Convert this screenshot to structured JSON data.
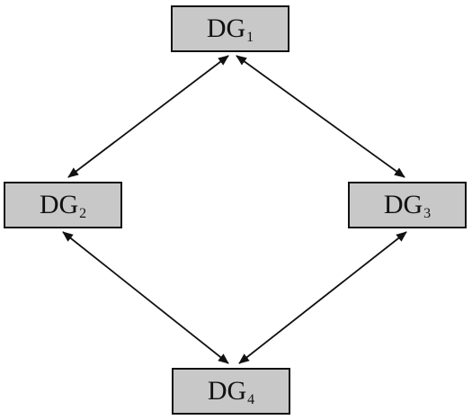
{
  "nodes": [
    {
      "id": "dg1",
      "base": "DG",
      "sub": "1"
    },
    {
      "id": "dg2",
      "base": "DG",
      "sub": "2"
    },
    {
      "id": "dg3",
      "base": "DG",
      "sub": "3"
    },
    {
      "id": "dg4",
      "base": "DG",
      "sub": "4"
    }
  ],
  "edges": [
    {
      "from": "dg1",
      "to": "dg2",
      "direction": "bidirectional"
    },
    {
      "from": "dg1",
      "to": "dg3",
      "direction": "bidirectional"
    },
    {
      "from": "dg2",
      "to": "dg4",
      "direction": "bidirectional"
    },
    {
      "from": "dg3",
      "to": "dg4",
      "direction": "bidirectional"
    }
  ],
  "colors": {
    "node_fill": "#c8c8c8",
    "node_border": "#111111",
    "edge": "#111111"
  }
}
